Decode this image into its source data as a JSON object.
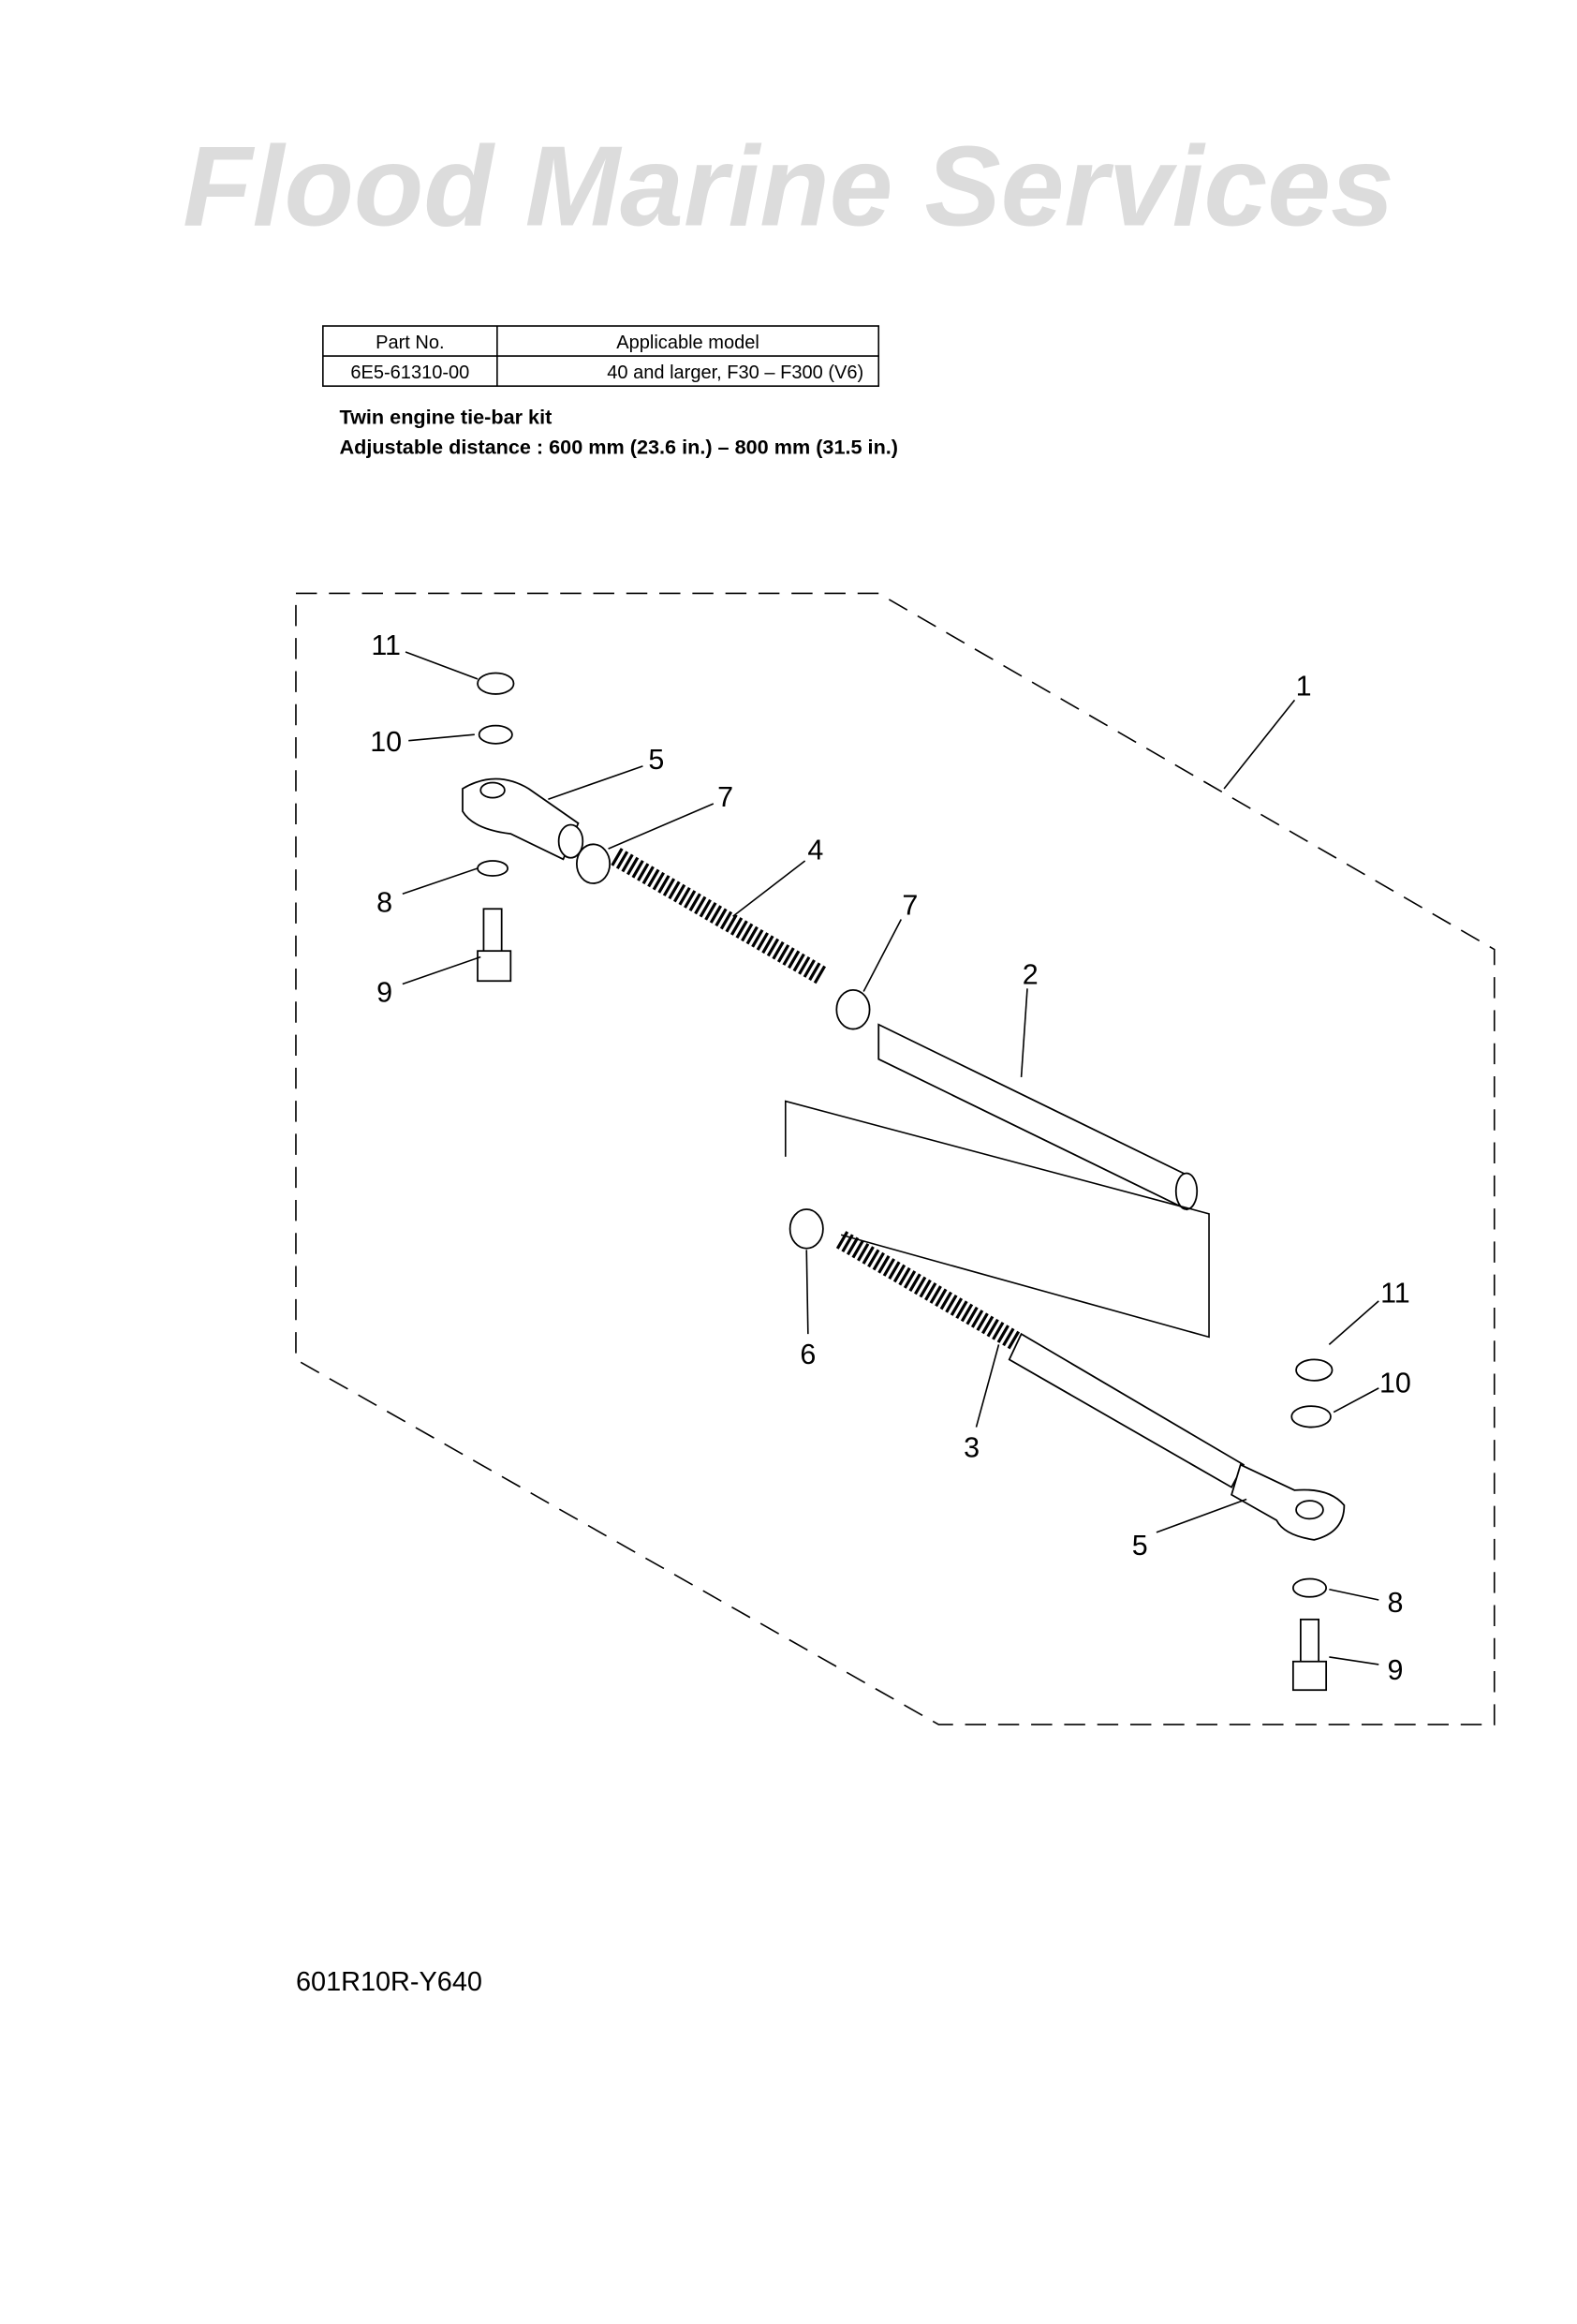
{
  "table": {
    "headers": [
      "Part No.",
      "Applicable model"
    ],
    "rows": [
      [
        "6E5-61310-00",
        "40 and larger, F30 – F300 (V6)"
      ]
    ]
  },
  "kit_title": "Twin engine tie-bar kit",
  "kit_spec": "Adjustable distance : 600 mm (23.6 in.) – 800 mm (31.5 in.)",
  "callouts": {
    "c1": "1",
    "c2": "2",
    "c3": "3",
    "c4": "4",
    "c5a": "5",
    "c5b": "5",
    "c6": "6",
    "c7a": "7",
    "c7b": "7",
    "c8a": "8",
    "c8b": "8",
    "c9a": "9",
    "c9b": "9",
    "c10a": "10",
    "c10b": "10",
    "c11a": "11",
    "c11b": "11"
  },
  "diagram_code": "601R10R-Y640",
  "watermark": "Flood Marine Services",
  "colors": {
    "line": "#000000",
    "watermark": "#d9d9d9"
  }
}
